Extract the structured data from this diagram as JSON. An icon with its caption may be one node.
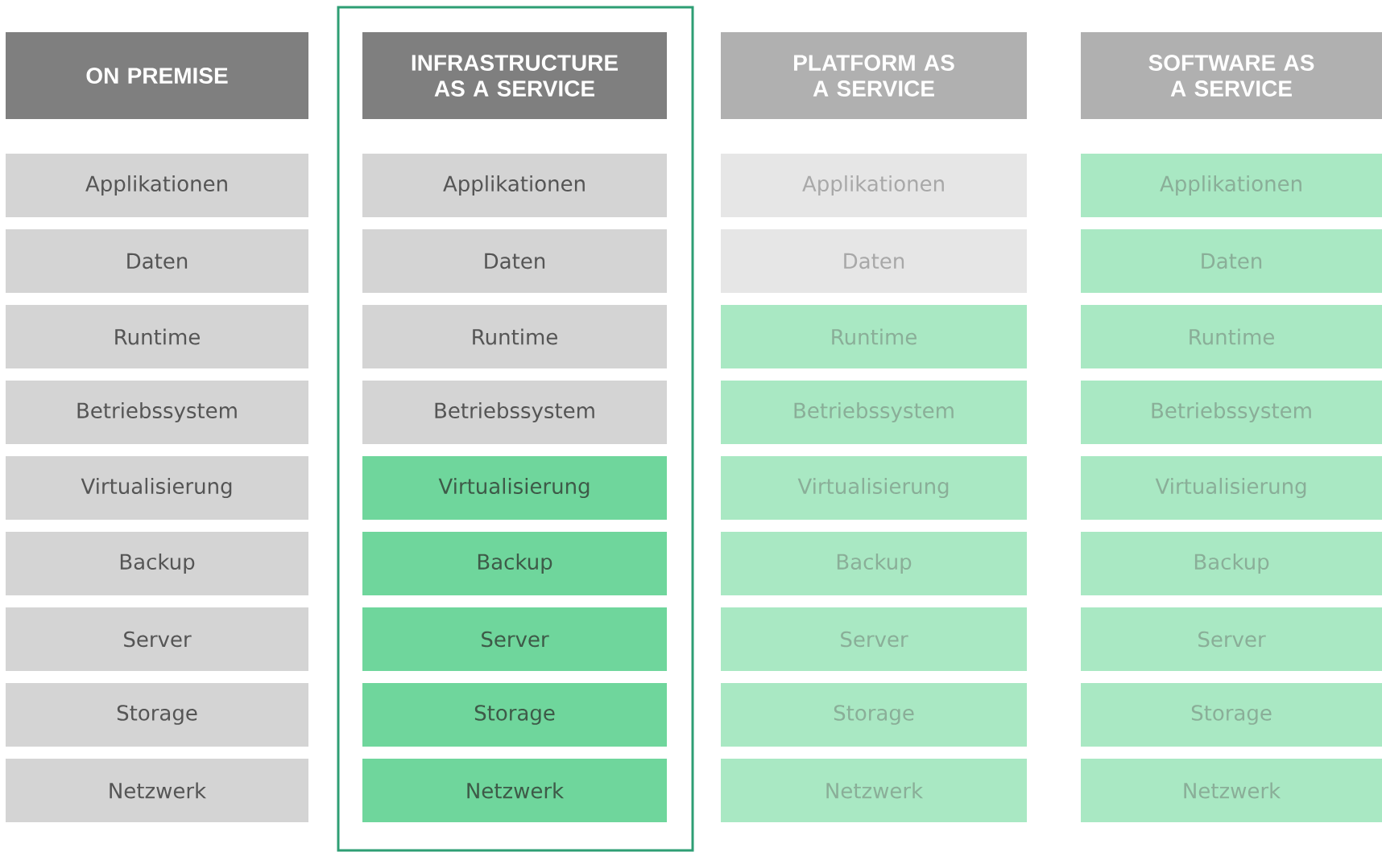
{
  "diagram": {
    "nodes": [
      {
        "text": [
          "ON PREMISE"
        ]
      },
      {
        "text": [
          "INFRASTRUCTURE AS A SERVICE"
        ]
      },
      {
        "text": [
          "PLATFORM AS A SERVICE"
        ]
      },
      {
        "text": [
          "SOFTWARE AS A SERVICE"
        ]
      },
      {
        "text": [
          "Applikationen"
        ]
      },
      {
        "text": [
          "Applikationen"
        ]
      },
      {
        "text": [
          "Applikationen"
        ]
      },
      {
        "text": [
          "Applikationen"
        ]
      },
      {
        "text": [
          "Daten"
        ]
      },
      {
        "text": [
          "Daten"
        ]
      },
      {
        "text": [
          "Daten"
        ]
      },
      {
        "text": [
          "Daten"
        ]
      },
      {
        "text": [
          "Runtime"
        ]
      },
      {
        "text": [
          "Runtime"
        ]
      },
      {
        "text": [
          "Runtime"
        ]
      },
      {
        "text": [
          "Runtime"
        ]
      },
      {
        "text": [
          "Betriebssystem"
        ]
      },
      {
        "text": [
          "Betriebssystem"
        ]
      },
      {
        "text": [
          "Betriebssystem"
        ]
      },
      {
        "text": [
          "Betriebssystem"
        ]
      },
      {
        "text": [
          "Virtualisierung"
        ]
      },
      {
        "text": [
          "Virtualisierung"
        ]
      },
      {
        "text": [
          "Virtualisierung"
        ]
      },
      {
        "text": [
          "Virtualisierung"
        ]
      },
      {
        "text": [
          "Backup"
        ]
      },
      {
        "text": [
          "Backup"
        ]
      },
      {
        "text": [
          "Backup"
        ]
      },
      {
        "text": [
          "Backup"
        ]
      },
      {
        "text": [
          "Server"
        ]
      },
      {
        "text": [
          "Server"
        ]
      },
      {
        "text": [
          "Server"
        ]
      },
      {
        "text": [
          "Server"
        ]
      },
      {
        "text": [
          "Storage"
        ]
      },
      {
        "text": [
          "Storage"
        ]
      },
      {
        "text": [
          "Storage"
        ]
      },
      {
        "text": [
          "Storage"
        ]
      },
      {
        "text": [
          "Netzwerk"
        ]
      },
      {
        "text": [
          "Netzwerk"
        ]
      },
      {
        "text": [
          "Netzwerk"
        ]
      },
      {
        "text": [
          "Netzwerk"
        ]
      }
    ]
  }
}
